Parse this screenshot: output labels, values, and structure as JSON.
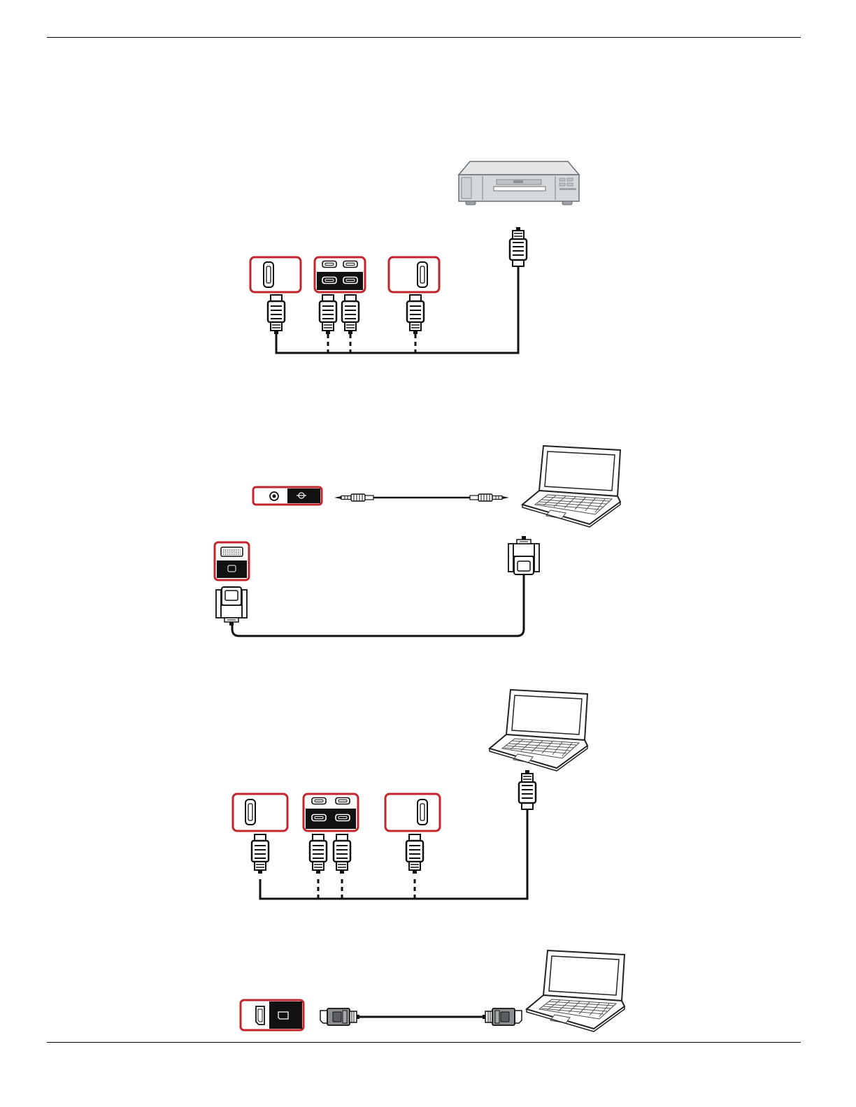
{
  "page": {
    "background": "#ffffff",
    "rule_color": "#000000"
  },
  "colors": {
    "port_outline": "#c0272d",
    "cable": "#111111",
    "device_body": "#d6d9dc",
    "device_edge": "#7a7f85",
    "dp_connector": "#8c8f92"
  },
  "diagrams": [
    {
      "id": "dvd-hdmi",
      "source_device": "dvd-player-icon",
      "ports": [
        "hdmi-port",
        "hdmi-dual-port",
        "hdmi-port"
      ],
      "cable": "hdmi-cable"
    },
    {
      "id": "pc-dvi-audio",
      "source_device": "laptop-icon",
      "ports": [
        "audio-in-port",
        "dvi-port"
      ],
      "cables": [
        "audio-cable",
        "dvi-cable"
      ]
    },
    {
      "id": "pc-hdmi",
      "source_device": "laptop-icon",
      "ports": [
        "hdmi-port",
        "hdmi-dual-port",
        "hdmi-port"
      ],
      "cable": "hdmi-cable"
    },
    {
      "id": "pc-displayport",
      "source_device": "laptop-icon",
      "ports": [
        "displayport-port"
      ],
      "cable": "displayport-cable"
    }
  ]
}
